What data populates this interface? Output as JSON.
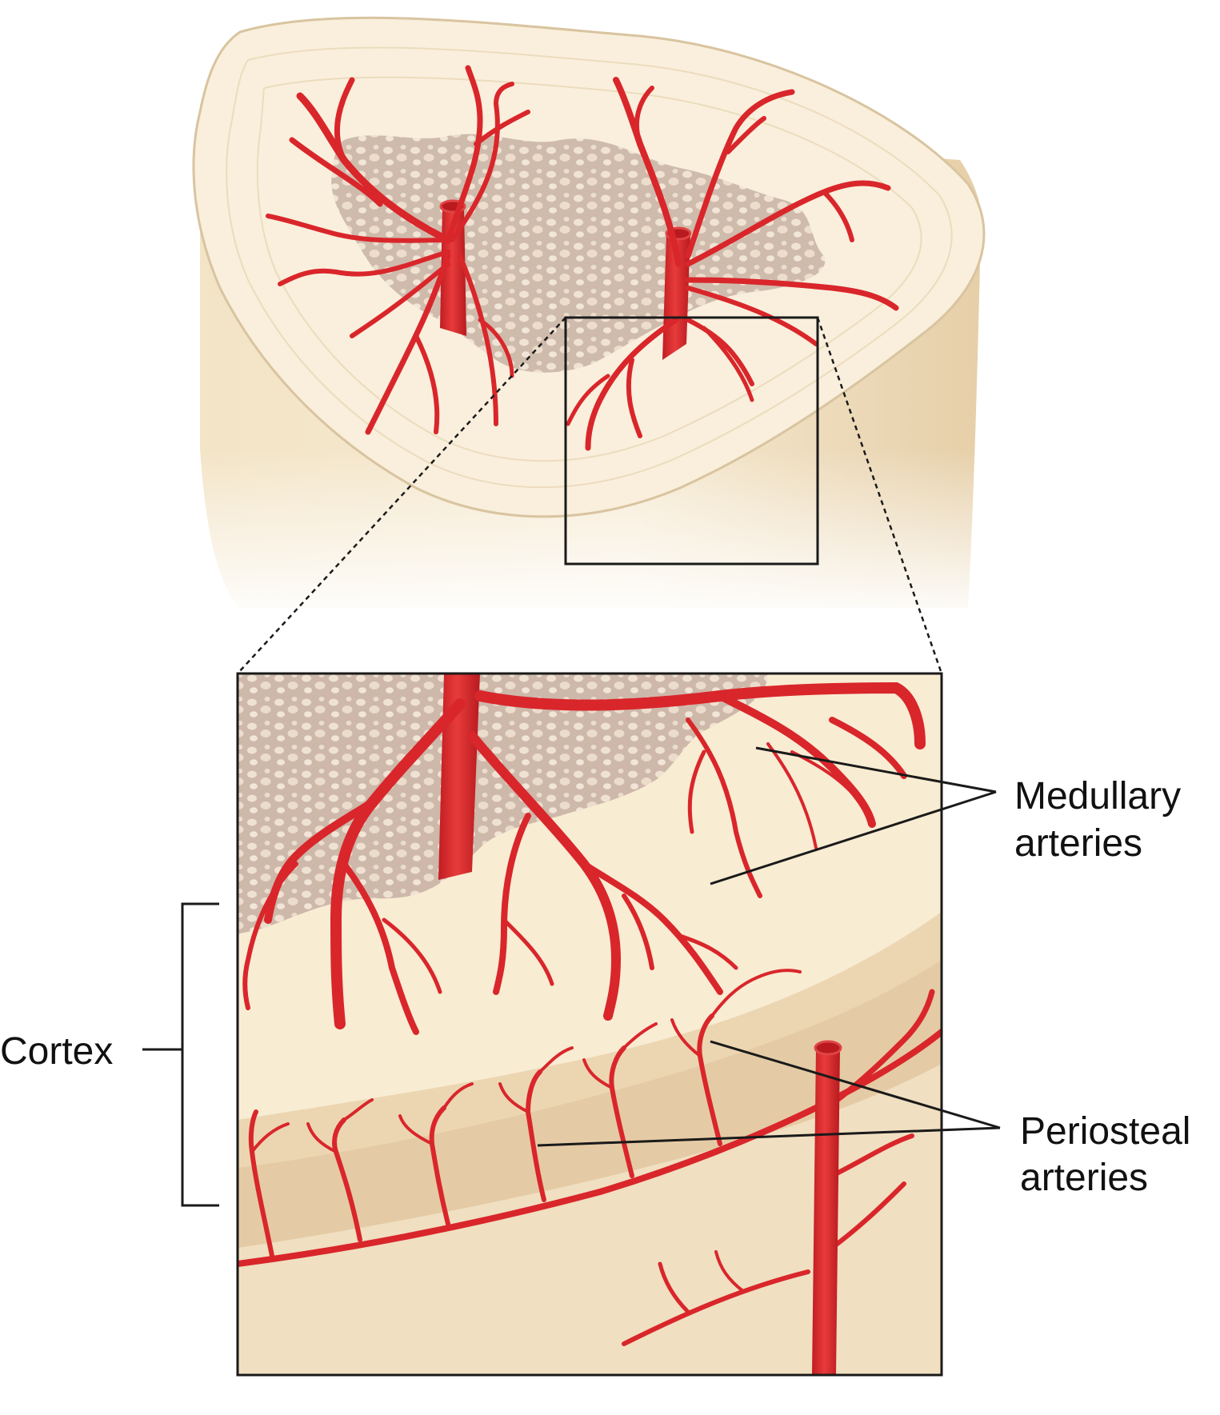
{
  "labels": {
    "medullary_line1": "Medullary",
    "medullary_line2": "arteries",
    "cortex": "Cortex",
    "periosteal_line1": "Periosteal",
    "periosteal_line2": "arteries"
  },
  "colors": {
    "artery": "#d9262b",
    "artery_highlight": "#f0615e",
    "cortex_bone": "#f8ecd2",
    "bone_shaft": "#efdcbc",
    "marrow": "#c9b4a6",
    "periosteum": "#e3c9a3",
    "outline": "#1a1a1a"
  }
}
